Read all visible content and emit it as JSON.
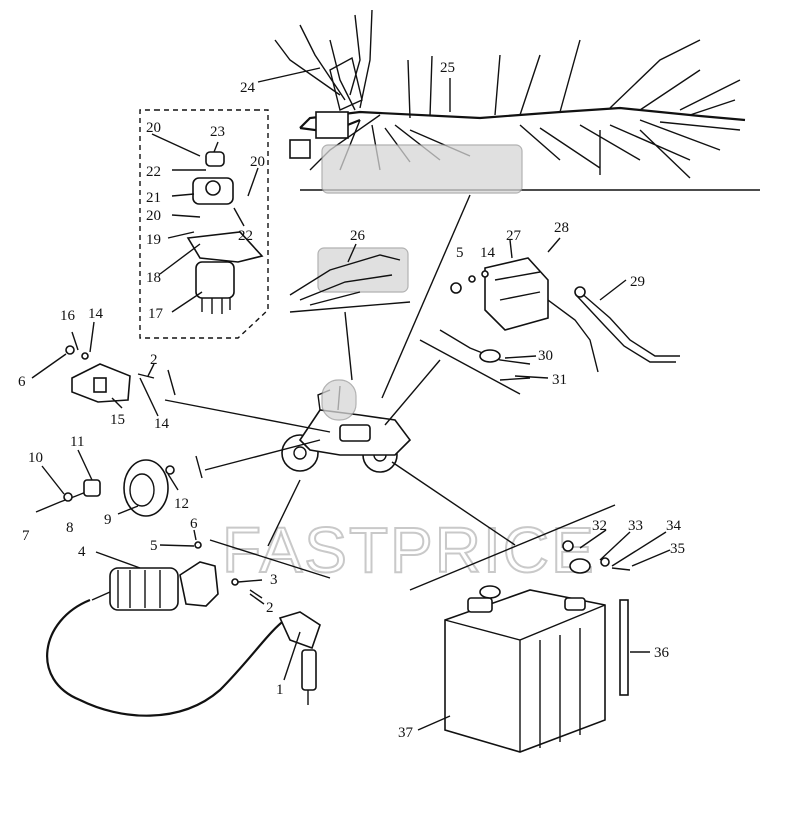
{
  "watermark": "FASTPRICE",
  "callouts": {
    "p1": "1",
    "p2a": "2",
    "p2b": "2",
    "p3": "3",
    "p4": "4",
    "p5a": "5",
    "p5b": "5",
    "p6a": "6",
    "p6b": "6",
    "p7": "7",
    "p8": "8",
    "p9": "9",
    "p10": "10",
    "p11": "11",
    "p12": "12",
    "p14a": "14",
    "p14b": "14",
    "p14c": "14",
    "p15": "15",
    "p16": "16",
    "p17": "17",
    "p18": "18",
    "p19": "19",
    "p20a": "20",
    "p20b": "20",
    "p20c": "20",
    "p21": "21",
    "p22a": "22",
    "p22b": "22",
    "p23": "23",
    "p24": "24",
    "p25": "25",
    "p26": "26",
    "p27": "27",
    "p28": "28",
    "p29": "29",
    "p30": "30",
    "p31": "31",
    "p32": "32",
    "p33": "33",
    "p34": "34",
    "p35": "35",
    "p36": "36",
    "p37": "37"
  }
}
